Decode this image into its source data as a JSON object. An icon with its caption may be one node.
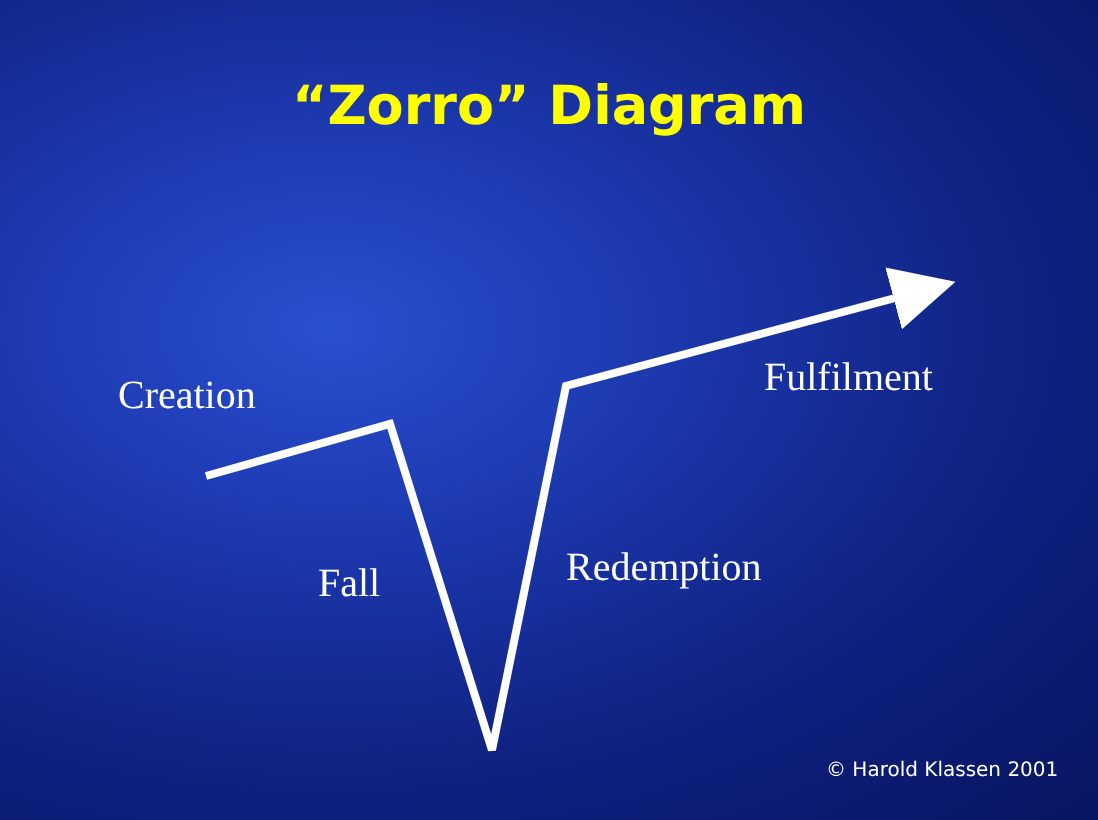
{
  "diagram": {
    "title": "“Zorro” Diagram",
    "labels": [
      "Creation",
      "Fulfilment",
      "Fall",
      "Redemption",
      "© Harold Klassen 2001"
    ]
  }
}
